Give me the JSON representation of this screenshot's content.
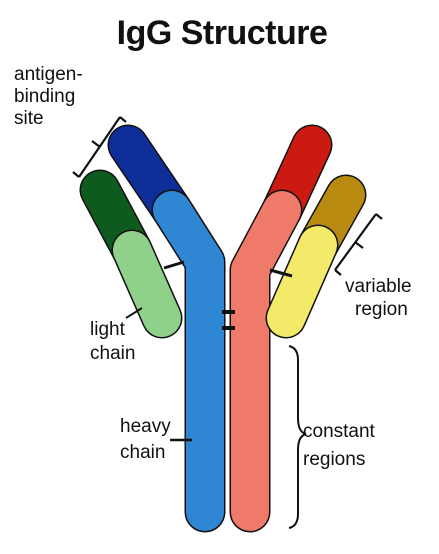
{
  "title": "IgG Structure",
  "labels": {
    "antigen_binding_site": [
      "antigen-",
      "binding",
      "site"
    ],
    "variable_region": [
      "variable",
      "region"
    ],
    "light_chain": [
      "light",
      "chain"
    ],
    "constant_regions": [
      "constant",
      "regions"
    ],
    "heavy_chain": [
      "heavy",
      "chain"
    ]
  },
  "colors": {
    "heavy_chain_left": "#2f86d2",
    "heavy_chain_left_variable": "#0e2f9a",
    "light_chain_left_constant": "#8fd08a",
    "light_chain_left_variable": "#0f5a1e",
    "heavy_chain_right": "#ef7a6a",
    "heavy_chain_right_variable": "#cc1a12",
    "light_chain_right_constant": "#f4ea6a",
    "light_chain_right_variable": "#b88a10",
    "outline": "#111111"
  }
}
